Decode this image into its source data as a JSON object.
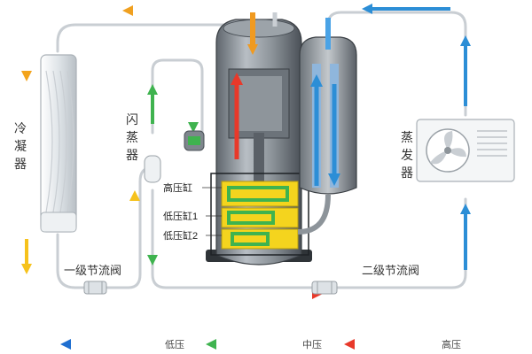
{
  "labels": {
    "condenser": "冷凝器",
    "flash_evaporator": "闪蒸器",
    "evaporator": "蒸发器",
    "high_pressure_cylinder": "高压缸",
    "low_pressure_cylinder_1": "低压缸1",
    "low_pressure_cylinder_2": "低压缸2",
    "first_stage_throttle": "一级节流阀",
    "second_stage_throttle": "二级节流阀"
  },
  "legend": {
    "low": "低压",
    "mid": "中压",
    "high": "高压"
  },
  "colors": {
    "high_pressure": "#e8392a",
    "mid_pressure": "#3fb34f",
    "low_pressure": "#2c8ed6",
    "pipe": "#c9ced3",
    "accent_yellow": "#f4d41e"
  }
}
